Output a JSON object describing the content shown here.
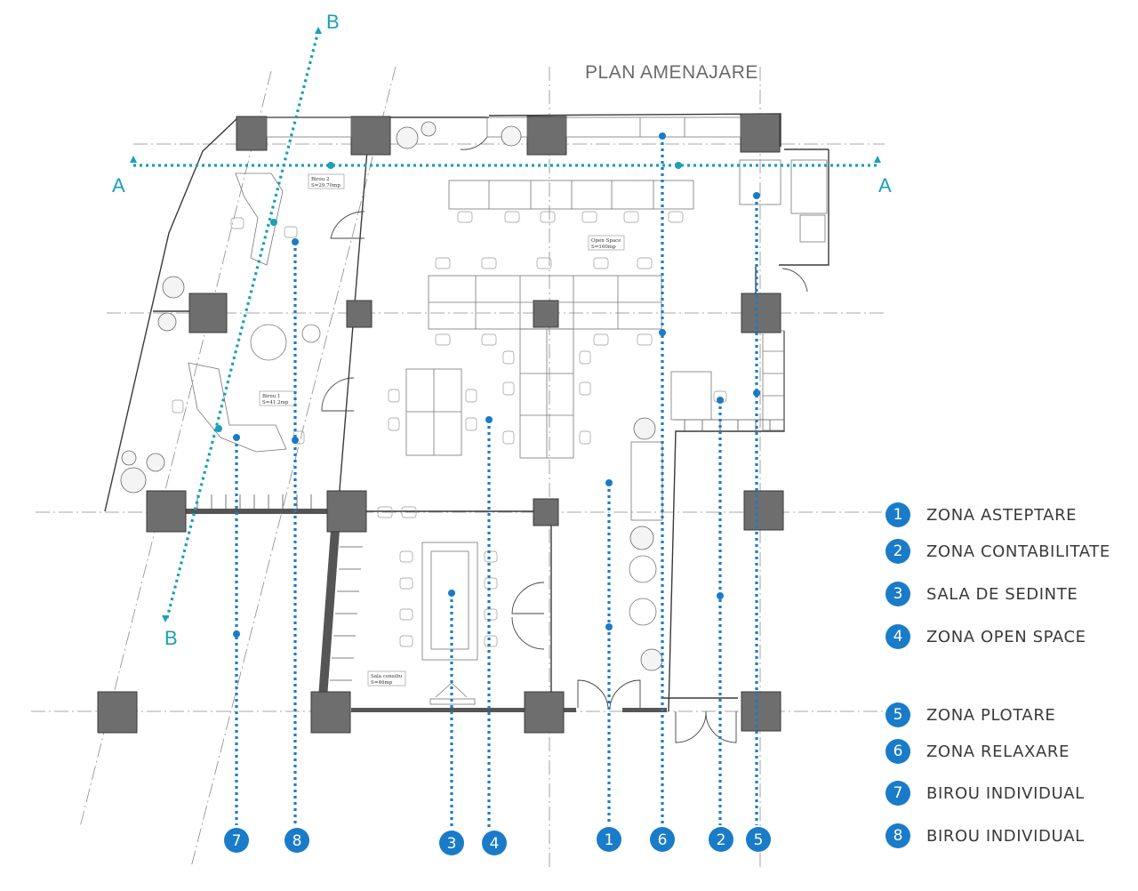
{
  "title": "PLAN AMENAJARE",
  "section_labels": {
    "a_left": "A",
    "a_right": "A",
    "b_top": "B",
    "b_bottom": "B"
  },
  "colors": {
    "axis": "#1aa0b8",
    "zone": "#1a7bc9",
    "pillar": "#6e6e6e",
    "wall": "#3a3a3a",
    "grid": "#8a8a8a"
  },
  "room_labels": {
    "birou2": [
      "Birou 2",
      "S=29.70mp"
    ],
    "birou1": [
      "Birou 1",
      "S=41.2mp"
    ],
    "open_space": [
      "Open Space",
      "S=160mp"
    ],
    "sala_consiliu": [
      "Sala consiliu",
      "S=46mp"
    ]
  },
  "legend": [
    {
      "number": "1",
      "label": "ZONA ASTEPTARE"
    },
    {
      "number": "2",
      "label": "ZONA CONTABILITATE"
    },
    {
      "number": "3",
      "label": "SALA DE SEDINTE"
    },
    {
      "number": "4",
      "label": "ZONA OPEN SPACE"
    },
    {
      "number": "5",
      "label": "ZONA PLOTARE"
    },
    {
      "number": "6",
      "label": "ZONA RELAXARE"
    },
    {
      "number": "7",
      "label": "BIROU INDIVIDUAL"
    },
    {
      "number": "8",
      "label": "BIROU INDIVIDUAL"
    }
  ],
  "zone_markers": [
    "7",
    "8",
    "3",
    "4",
    "1",
    "6",
    "2",
    "5"
  ]
}
